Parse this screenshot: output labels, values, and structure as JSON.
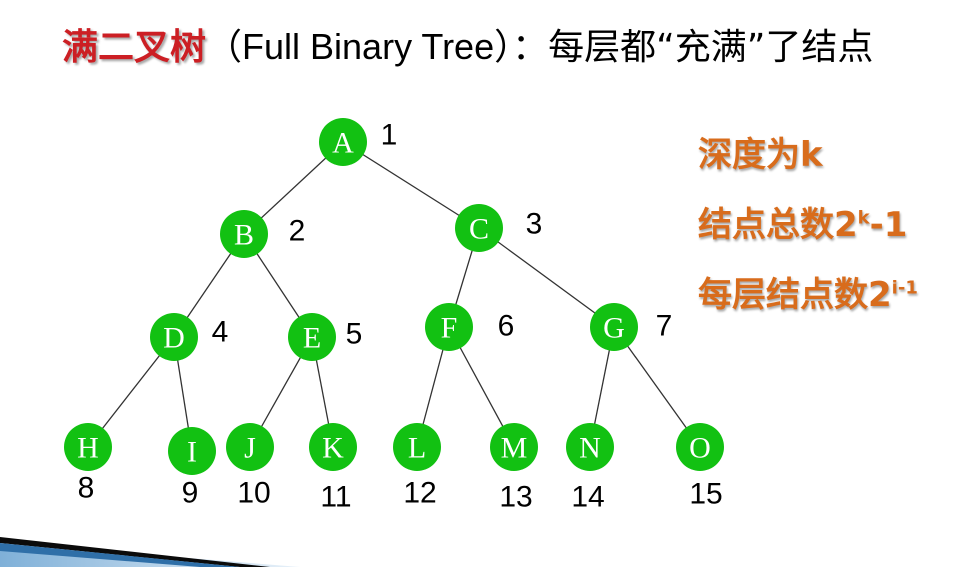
{
  "slide": {
    "heading_highlight": "满二叉树",
    "heading_english": "（Full Binary Tree）：",
    "heading_rest": "每层都“充满”了结点"
  },
  "tree": {
    "nodes": [
      {
        "id": "A",
        "number": "1"
      },
      {
        "id": "B",
        "number": "2"
      },
      {
        "id": "C",
        "number": "3"
      },
      {
        "id": "D",
        "number": "4"
      },
      {
        "id": "E",
        "number": "5"
      },
      {
        "id": "F",
        "number": "6"
      },
      {
        "id": "G",
        "number": "7"
      },
      {
        "id": "H",
        "number": "8"
      },
      {
        "id": "I",
        "number": "9"
      },
      {
        "id": "J",
        "number": "10"
      },
      {
        "id": "K",
        "number": "11"
      },
      {
        "id": "L",
        "number": "12"
      },
      {
        "id": "M",
        "number": "13"
      },
      {
        "id": "N",
        "number": "14"
      },
      {
        "id": "O",
        "number": "15"
      }
    ],
    "edges": [
      [
        "A",
        "B"
      ],
      [
        "A",
        "C"
      ],
      [
        "B",
        "D"
      ],
      [
        "B",
        "E"
      ],
      [
        "C",
        "F"
      ],
      [
        "C",
        "G"
      ],
      [
        "D",
        "H"
      ],
      [
        "D",
        "I"
      ],
      [
        "E",
        "J"
      ],
      [
        "E",
        "K"
      ],
      [
        "F",
        "L"
      ],
      [
        "F",
        "M"
      ],
      [
        "G",
        "N"
      ],
      [
        "G",
        "O"
      ]
    ],
    "node_color": "#12c112",
    "edge_color": "#333333"
  },
  "facts": {
    "depth_text": "深度为k",
    "total_prefix": "结点总数2",
    "total_exp": "k",
    "total_suffix": "-1",
    "level_prefix": "每层结点数2",
    "level_exp": "i-1",
    "color": "#d86c1c"
  }
}
